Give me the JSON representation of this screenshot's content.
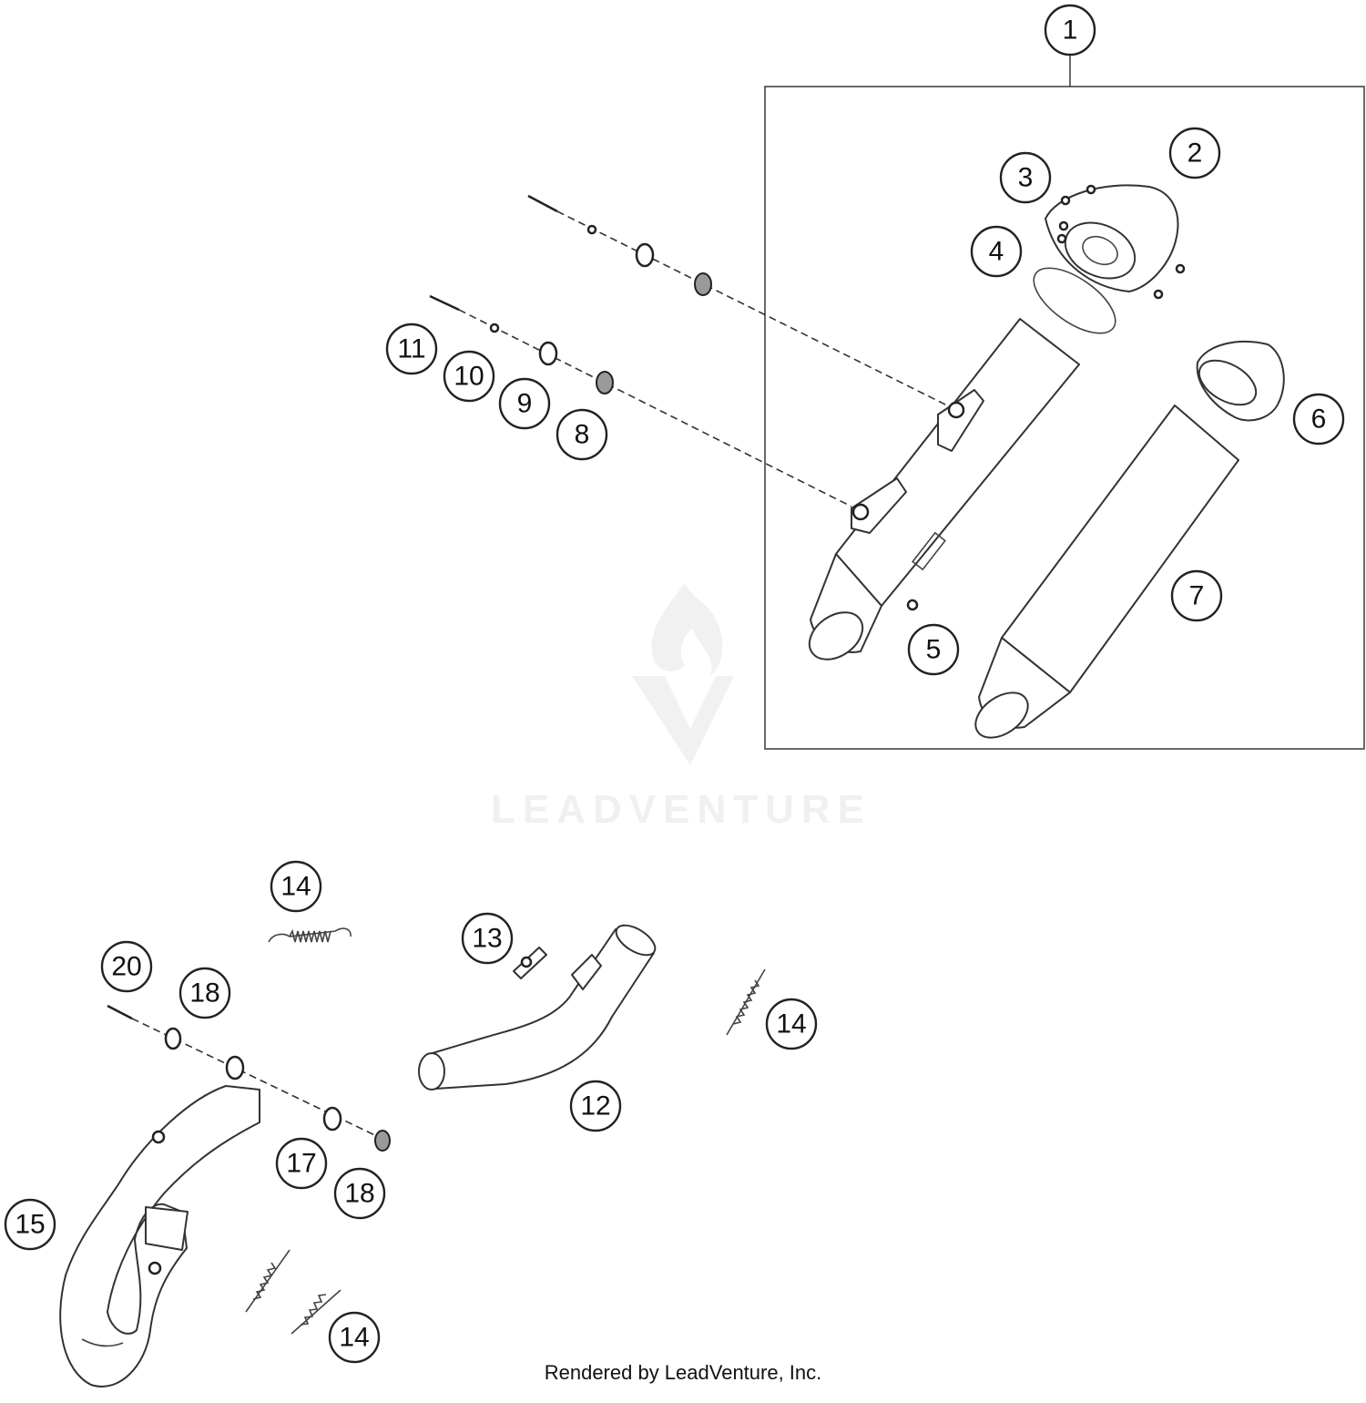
{
  "diagram": {
    "callouts": [
      {
        "id": "c1",
        "label": "1"
      },
      {
        "id": "c2",
        "label": "2"
      },
      {
        "id": "c3",
        "label": "3"
      },
      {
        "id": "c4",
        "label": "4"
      },
      {
        "id": "c5",
        "label": "5"
      },
      {
        "id": "c6",
        "label": "6"
      },
      {
        "id": "c7",
        "label": "7"
      },
      {
        "id": "c8",
        "label": "8"
      },
      {
        "id": "c9",
        "label": "9"
      },
      {
        "id": "c10",
        "label": "10"
      },
      {
        "id": "c11",
        "label": "11"
      },
      {
        "id": "c12",
        "label": "12"
      },
      {
        "id": "c13",
        "label": "13"
      },
      {
        "id": "c14a",
        "label": "14"
      },
      {
        "id": "c14b",
        "label": "14"
      },
      {
        "id": "c14c",
        "label": "14"
      },
      {
        "id": "c15",
        "label": "15"
      },
      {
        "id": "c17",
        "label": "17"
      },
      {
        "id": "c18a",
        "label": "18"
      },
      {
        "id": "c18b",
        "label": "18"
      },
      {
        "id": "c20",
        "label": "20"
      }
    ]
  },
  "watermark": {
    "text": "LEADVENTURE",
    "icon": "flame-v-logo-icon"
  },
  "footer": {
    "text": "Rendered by LeadVenture, Inc."
  }
}
